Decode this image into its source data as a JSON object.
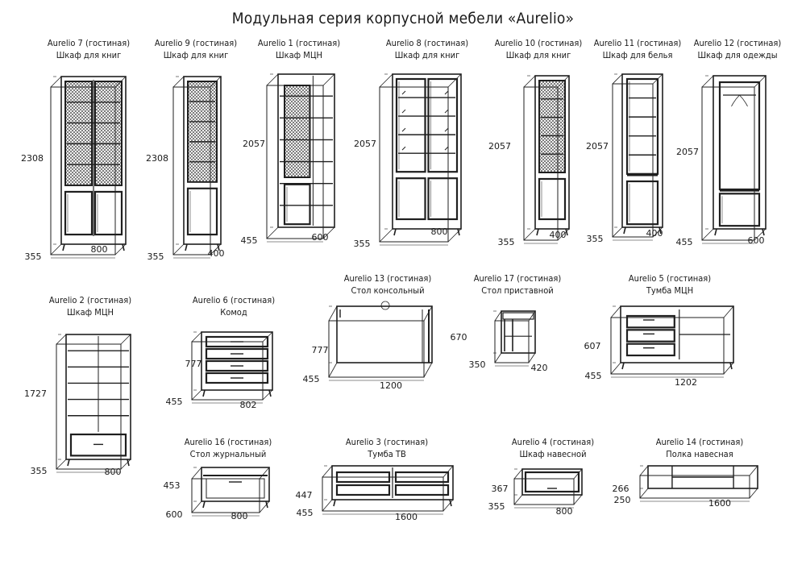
{
  "title": "Модульная серия корпусной мебели «Aurelio»",
  "items": [
    {
      "name": "Aurelio 7 (гостиная)",
      "type": "Шкаф для книг",
      "h": "2308",
      "d": "355",
      "w": "800"
    },
    {
      "name": "Aurelio 9 (гостиная)",
      "type": "Шкаф для книг",
      "h": "2308",
      "d": "355",
      "w": "400"
    },
    {
      "name": "Aurelio 1 (гостиная)",
      "type": "Шкаф МЦН",
      "h": "2057",
      "d": "455",
      "w": "600"
    },
    {
      "name": "Aurelio 8 (гостиная)",
      "type": "Шкаф для книг",
      "h": "2057",
      "d": "355",
      "w": "800"
    },
    {
      "name": "Aurelio 10 (гостиная)",
      "type": "Шкаф для книг",
      "h": "2057",
      "d": "355",
      "w": "400"
    },
    {
      "name": "Aurelio 11 (гостиная)",
      "type": "Шкаф для белья",
      "h": "2057",
      "d": "355",
      "w": "400"
    },
    {
      "name": "Aurelio 12 (гостиная)",
      "type": "Шкаф для одежды",
      "h": "2057",
      "d": "455",
      "w": "600"
    },
    {
      "name": "Aurelio 2 (гостиная)",
      "type": "Шкаф МЦН",
      "h": "1727",
      "d": "355",
      "w": "800"
    },
    {
      "name": "Aurelio 6 (гостиная)",
      "type": "Комод",
      "h": "777",
      "d": "455",
      "w": "802"
    },
    {
      "name": "Aurelio 13 (гостиная)",
      "type": "Стол консольный",
      "h": "777",
      "d": "455",
      "w": "1200"
    },
    {
      "name": "Aurelio 17 (гостиная)",
      "type": "Стол приставной",
      "h": "670",
      "d": "350",
      "w": "420"
    },
    {
      "name": "Aurelio 5 (гостиная)",
      "type": "Тумба МЦН",
      "h": "607",
      "d": "455",
      "w": "1202"
    },
    {
      "name": "Aurelio 16 (гостиная)",
      "type": "Стол журнальный",
      "h": "453",
      "d": "600",
      "w": "800"
    },
    {
      "name": "Aurelio 3 (гостиная)",
      "type": "Тумба ТВ",
      "h": "447",
      "d": "455",
      "w": "1600"
    },
    {
      "name": "Aurelio 4 (гостиная)",
      "type": "Шкаф навесной",
      "h": "367",
      "d": "355",
      "w": "800"
    },
    {
      "name": "Aurelio 14 (гостиная)",
      "type": "Полка навесная",
      "h": "266",
      "d": "250",
      "w": "1600"
    }
  ]
}
